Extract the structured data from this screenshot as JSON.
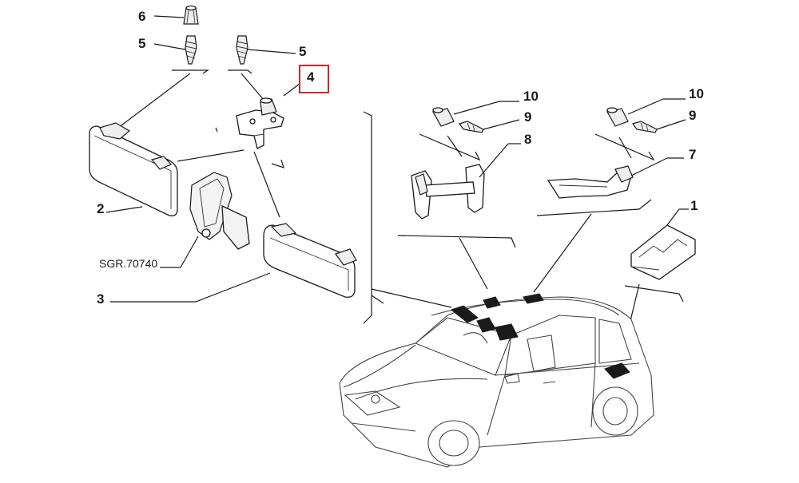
{
  "callouts": {
    "label_6": "6",
    "label_5_left": "5",
    "label_5_right": "5",
    "label_4": "4",
    "label_2": "2",
    "label_ref": "SGR.70740",
    "label_3": "3",
    "label_10_left": "10",
    "label_9_left": "9",
    "label_8": "8",
    "label_10_right": "10",
    "label_9_right": "9",
    "label_7": "7",
    "label_1": "1"
  },
  "highlight": {
    "part": "4",
    "color": "#d0242b"
  }
}
